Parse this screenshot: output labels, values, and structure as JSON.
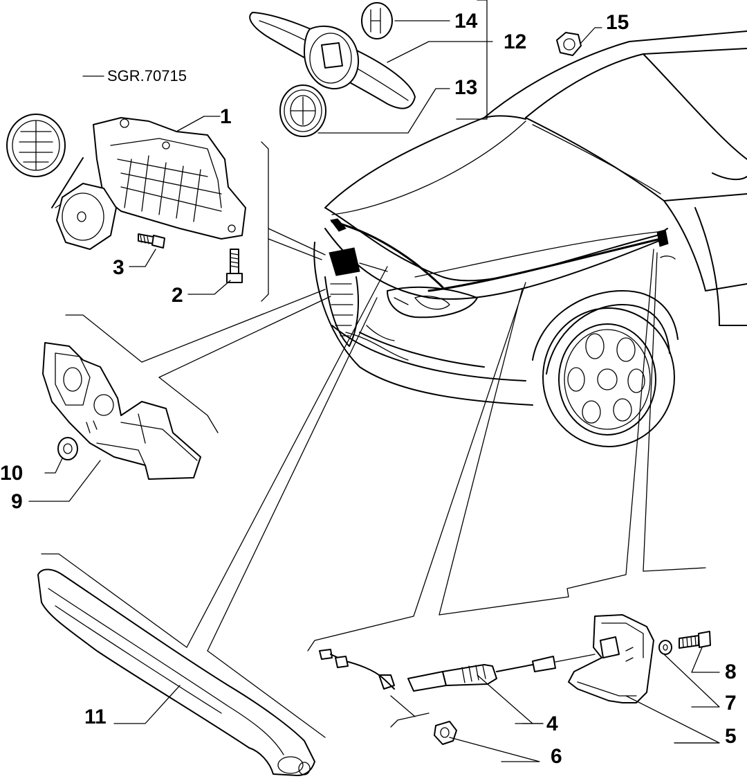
{
  "diagram": {
    "reference_code": "SGR.70715",
    "callouts": [
      {
        "id": "c1",
        "label": "1"
      },
      {
        "id": "c2",
        "label": "2"
      },
      {
        "id": "c3",
        "label": "3"
      },
      {
        "id": "c4",
        "label": "4"
      },
      {
        "id": "c5",
        "label": "5"
      },
      {
        "id": "c6",
        "label": "6"
      },
      {
        "id": "c7",
        "label": "7"
      },
      {
        "id": "c8",
        "label": "8"
      },
      {
        "id": "c9",
        "label": "9"
      },
      {
        "id": "c10",
        "label": "10"
      },
      {
        "id": "c11",
        "label": "11"
      },
      {
        "id": "c12",
        "label": "12"
      },
      {
        "id": "c13",
        "label": "13"
      },
      {
        "id": "c14",
        "label": "14"
      },
      {
        "id": "c15",
        "label": "15"
      }
    ]
  }
}
